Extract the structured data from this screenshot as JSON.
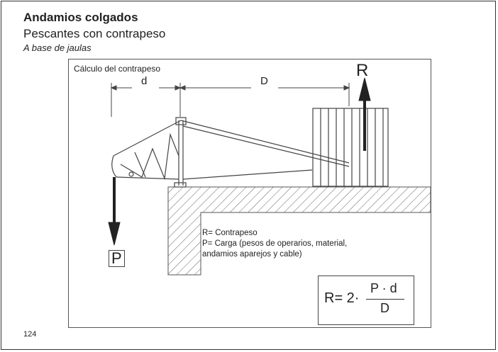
{
  "header": {
    "title": "Andamios colgados",
    "subtitle": "Pescantes con contrapeso",
    "section": "A base de jaulas"
  },
  "diagram": {
    "panel_title": "Cálculo del contrapeso",
    "label_R": "R",
    "label_P": "P",
    "label_d": "d",
    "label_D": "D",
    "legend": [
      "R= Contrapeso",
      "P= Carga (pesos de operarios, material,",
      "andamios  aparejos y cable)"
    ],
    "formula": {
      "lhs": "R= 2·",
      "numerator": "P · d",
      "denominator": "D"
    },
    "colors": {
      "line": "#444444",
      "arrow": "#222222",
      "hatch": "#666666"
    }
  },
  "footer": {
    "page_number": "124"
  }
}
